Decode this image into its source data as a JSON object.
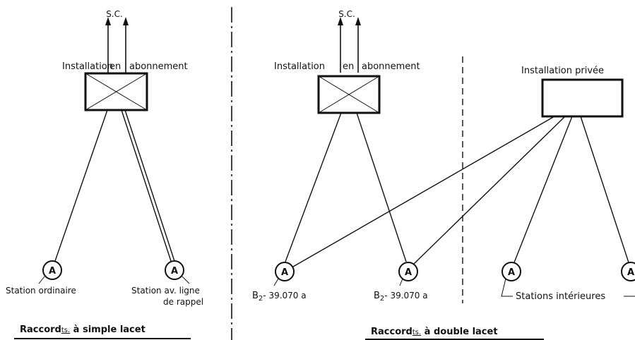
{
  "left": {
    "sc_label": "S.C.",
    "installation_word": "Installation",
    "en_word": "en",
    "abonnement_word": "abonnement",
    "station_letter": "A",
    "station_ordinaire": "Station ordinaire",
    "station_rappel_line1": "Station av. ligne",
    "station_rappel_line2": "de rappel",
    "caption_prefix": "Raccord",
    "caption_ts": "ts.",
    "caption_rest": " à simple lacet"
  },
  "right": {
    "sc_label": "S.C.",
    "installation_word": "Installation",
    "en_word": "en",
    "abonnement_word": "abonnement",
    "privee_label": "Installation privée",
    "station_letter": "A",
    "b2_label_1": "B",
    "b2_sub_1": "2",
    "b2_rest_1": "- 39.070 a",
    "b2_label_2": "B",
    "b2_sub_2": "2",
    "b2_rest_2": "- 39.070 a",
    "stations_interieures": "Stations intérieures",
    "caption_prefix": "Raccord",
    "caption_ts": "ts.",
    "caption_rest": " à double lacet"
  },
  "colors": {
    "ink": "#111111",
    "paper": "#ffffff"
  }
}
